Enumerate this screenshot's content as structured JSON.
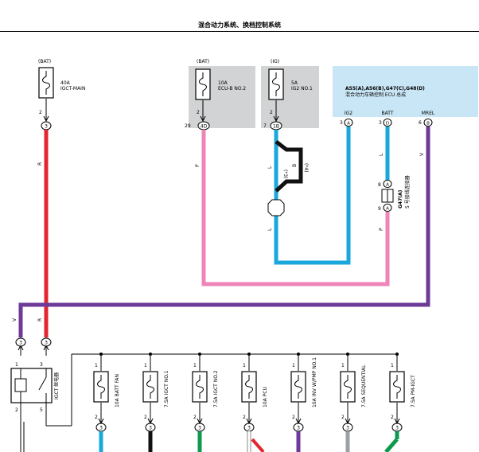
{
  "header": {
    "title": "混合动力系统、换档控制系统"
  },
  "fuses_top": {
    "f1": {
      "supply": "(BAT)",
      "amp": "40A",
      "name": "IGCT-MAIN",
      "pin": "2",
      "conn": "3"
    },
    "f2": {
      "supply": "(BAT)",
      "amp": "10A",
      "name": "ECU-B NO.2",
      "pin": "2",
      "conn_pin": "29",
      "conn": "4D"
    },
    "f3": {
      "supply": "(IG)",
      "amp": "5A",
      "name": "IG2 NO.1",
      "pin": "2",
      "conn_pin": "7",
      "conn": "1B"
    }
  },
  "ecu": {
    "ids": "A55(A),A56(B),G47(C),G48(D)",
    "name": "混合动力车辆控制 ECU 总成",
    "pins": [
      {
        "label": "IG2",
        "num": "3",
        "conn": "A"
      },
      {
        "label": "BATT",
        "num": "3",
        "conn": "D"
      },
      {
        "label": "MREL",
        "num": "6",
        "conn": "B"
      }
    ]
  },
  "wires": {
    "red": "R",
    "pink": "P",
    "blue": "L",
    "black": "B",
    "violet": "V"
  },
  "wire_notes": {
    "n3": "(*3)",
    "n4": "(*4)"
  },
  "junction": {
    "id": "G47(A)",
    "name": "5 号接线连接器",
    "pin_top": "8",
    "pin_bottom": "9",
    "conn": "A"
  },
  "relay": {
    "name": "IGCT 继电器",
    "pin_tl": "1",
    "pin_tr": "3",
    "pin_bl": "2",
    "pin_br": "5",
    "conn": "3"
  },
  "fuses_bottom": [
    {
      "label": "10A  BATT FAN",
      "pin_top": "1",
      "pin_bottom": "2"
    },
    {
      "label": "7.5A  IGCT NO.1",
      "pin_top": "1",
      "pin_bottom": "2"
    },
    {
      "label": "7.5A  IGCT NO.2",
      "pin_top": "1",
      "pin_bottom": "2"
    },
    {
      "label": "10A  PCU",
      "pin_top": "1",
      "pin_bottom": "2"
    },
    {
      "label": "10A  INV W/PMP NO.1",
      "pin_top": "1",
      "pin_bottom": "2"
    },
    {
      "label": "7.5A  SEQUENTIAL",
      "pin_top": "1",
      "pin_bottom": "2"
    },
    {
      "label": "7.5A  PM-IGCT",
      "pin_top": "1",
      "pin_bottom": "2"
    }
  ],
  "colors": {
    "red": "#e3262d",
    "pink": "#ee84b8",
    "blue": "#1aa7dc",
    "violet": "#6e3a98",
    "green": "#0d9a4e",
    "gray": "#9aa0a4",
    "black": "#111111",
    "box_gray": "#d1d3d4",
    "ecu_fill": "#c9e6f6"
  }
}
